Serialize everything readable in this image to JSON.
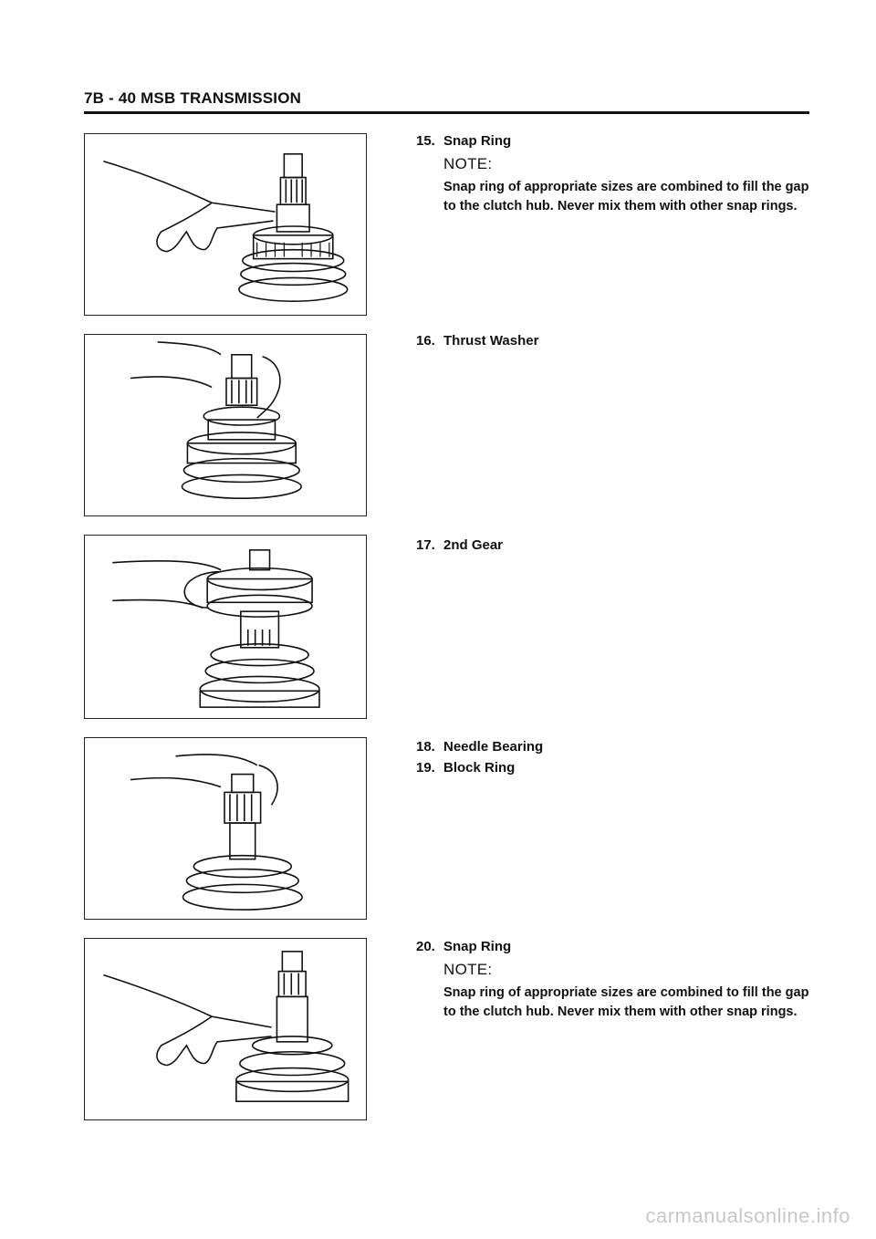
{
  "header": {
    "title": "7B - 40  MSB TRANSMISSION"
  },
  "steps": [
    {
      "number": "15.",
      "title": "Snap Ring",
      "note_label": "NOTE:",
      "note": "Snap ring of appropriate sizes are combined to fill the gap to the clutch hub. Never mix them with other snap rings."
    },
    {
      "number": "16.",
      "title": "Thrust Washer"
    },
    {
      "number": "17.",
      "title": "2nd Gear"
    },
    {
      "number": "18.",
      "title": "Needle Bearing"
    },
    {
      "number": "19.",
      "title": "Block Ring"
    },
    {
      "number": "20.",
      "title": "Snap Ring",
      "note_label": "NOTE:",
      "note": "Snap ring of appropriate sizes are combined to fill the gap to the clutch hub. Never mix them with other snap rings."
    }
  ],
  "watermark": "carmanualsonline.info"
}
